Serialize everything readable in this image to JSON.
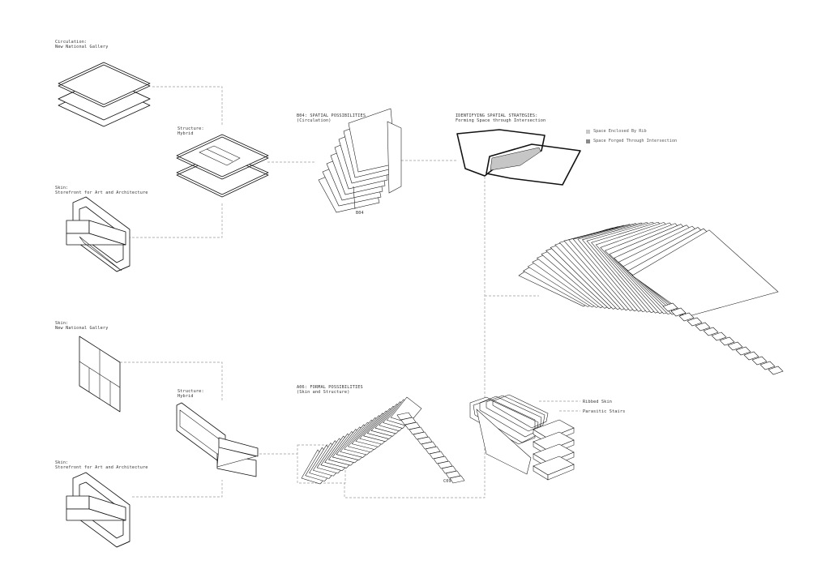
{
  "labels": {
    "circ_ngallery": {
      "l1": "Circulation:",
      "l2": "New National Gallery"
    },
    "struct_top": {
      "l1": "Structure:",
      "l2": "Hybrid"
    },
    "skin_storefront_top": {
      "l1": "Skin:",
      "l2": "Storefront for Art and Architecture"
    },
    "b04": {
      "l1": "B04: SPATIAL POSSIBILITIES",
      "l2": "(Circulation)"
    },
    "b04_tag": "B04",
    "identifying": {
      "l1": "IDENTIFYING SPATIAL STRATEGIES:",
      "l2": "Forming Space through Intersection"
    },
    "skin_ngallery": {
      "l1": "Skin:",
      "l2": "New National Gallery"
    },
    "struct_bottom": {
      "l1": "Structure:",
      "l2": "Hybrid"
    },
    "skin_storefront_bottom": {
      "l1": "Skin:",
      "l2": "Storefront for Art and Architecture"
    },
    "a06": {
      "l1": "A06: FORMAL POSSIBILITIES",
      "l2": "(Skin and Structure)"
    },
    "c09_tag": "C09",
    "ribbed_skin": "Ribbed Skin",
    "parasitic_stairs": "Parasitic Stairs"
  },
  "legend": [
    {
      "label": "Space Enclosed By Rib",
      "color": "#c8c8c8"
    },
    {
      "label": "Space Forged Through Intersection",
      "color": "#8a8a8a"
    }
  ]
}
